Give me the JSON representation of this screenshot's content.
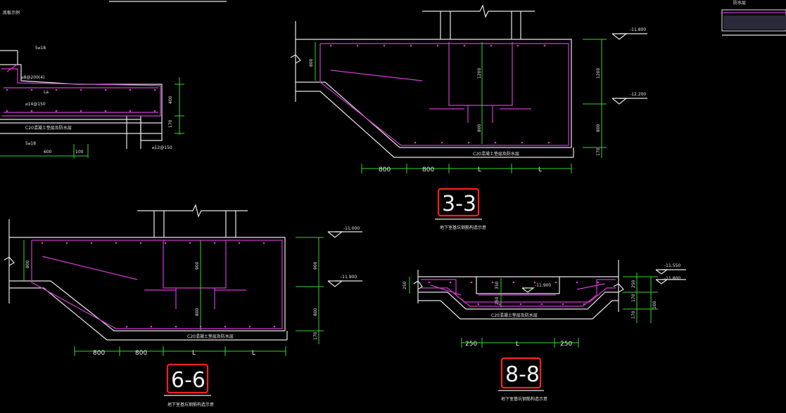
{
  "left_detail": {
    "title": "底板示例",
    "dims": [
      "5⌀18",
      "⌀8@200(4)",
      "La",
      "⌀14@150",
      "C20混凝土垫层及防水层",
      "5⌀18",
      "600",
      "100",
      "400",
      "170",
      "⌀12@150"
    ]
  },
  "section_3_3": {
    "label": "3-3",
    "caption": "地下室基坑钢筋构造示意",
    "elevations": [
      "-11.800",
      "-12.200"
    ],
    "dims_top_left": "800",
    "dims_pit": [
      "1200",
      "800"
    ],
    "dims_right": [
      "1200",
      "800",
      "170"
    ],
    "dims_bottom": [
      "800",
      "800",
      "L",
      "L"
    ],
    "slab_note": "C20混凝土垫层及防水层"
  },
  "section_6_6": {
    "label": "6-6",
    "caption": "地下室基坑钢筋构造示意",
    "elevations": [
      "-11.000",
      "-11.900"
    ],
    "dims_top_left": "800",
    "dims_pit": [
      "900",
      "800"
    ],
    "dims_right": [
      "900",
      "800",
      "170"
    ],
    "dims_bottom": [
      "800",
      "800",
      "L",
      "L"
    ],
    "slab_note": "C20混凝土垫层及防水层"
  },
  "section_8_8": {
    "label": "8-8",
    "caption": "地下室基坑钢筋构造示意",
    "elevations": [
      "-11.550",
      "-11.800",
      "-11.900"
    ],
    "dims_left": "250",
    "dims_pit": [
      "350",
      "250"
    ],
    "dims_right": [
      "250",
      "170",
      "100",
      "170"
    ],
    "dims_bottom": [
      "250",
      "L",
      "250"
    ],
    "slab_note": "C20混凝土垫层及防水层"
  },
  "top_right": {
    "note": "防水层"
  },
  "colors": {
    "background": "#000000",
    "lines": "#e8e8e8",
    "rebar": "#d23bd2",
    "dimension": "#33d633",
    "highlight": "#ff2020"
  }
}
